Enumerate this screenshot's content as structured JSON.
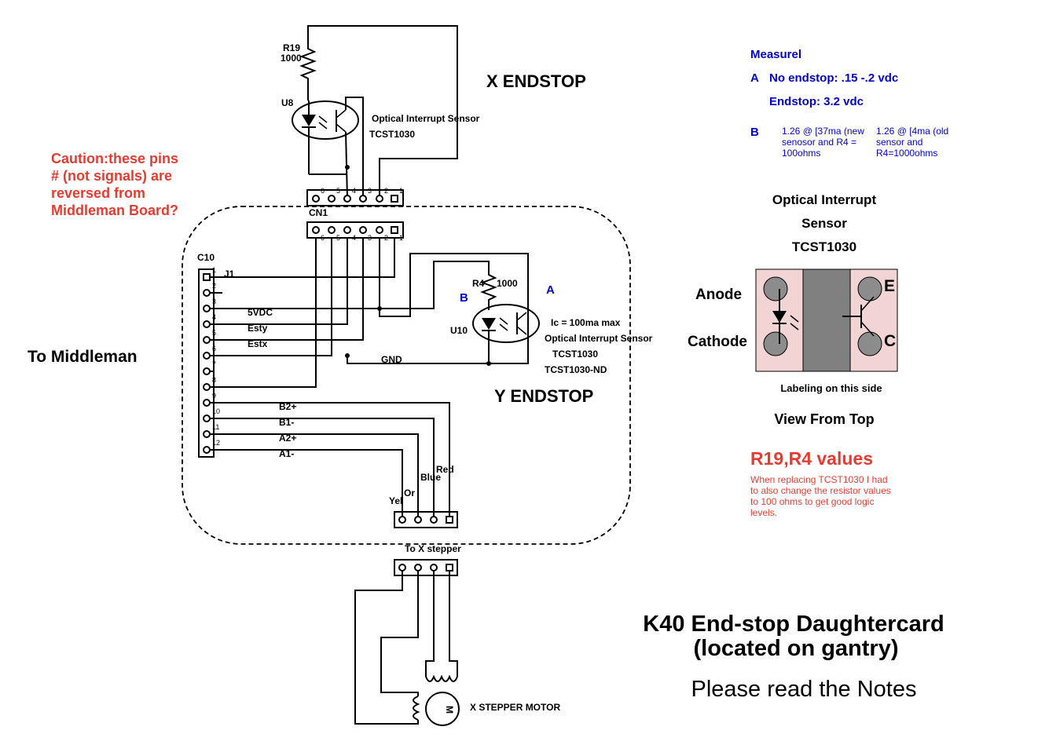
{
  "titles": {
    "x_endstop": "X ENDSTOP",
    "y_endstop": "Y ENDSTOP",
    "to_middleman": "To Middleman",
    "main_title_1": "K40 End-stop Daughtercard",
    "main_title_2": "(located on gantry)",
    "notes": "Please read the Notes"
  },
  "caution": {
    "lines": [
      "Caution:these pins",
      "# (not signals) are",
      "reversed from",
      "Middleman Board?"
    ]
  },
  "components": {
    "r19": "R19",
    "r19_value": "1000",
    "u8": "U8",
    "x_sensor_name": "Optical Interrupt Sensor",
    "x_sensor_part": "TCST1030",
    "cn1": "CN1",
    "c10": "C10",
    "j1": "J1",
    "r4": "R4",
    "r4_value": "1000",
    "u10": "U10",
    "ic_max": "Ic = 100ma max",
    "y_sensor_name": "Optical Interrupt Sensor",
    "y_sensor_part": "TCST1030",
    "y_sensor_part2": "TCST1030-ND",
    "point_a": "A",
    "point_b": "B"
  },
  "signals": {
    "v5": "5VDC",
    "esty": "Esty",
    "estx": "Estx",
    "gnd": "GND",
    "b2p": "B2+",
    "b1m": "B1-",
    "a2p": "A2+",
    "a1m": "A1-"
  },
  "wire_colors": {
    "yel": "Yel",
    "or": "Or",
    "blue": "Blue",
    "red": "Red"
  },
  "connector_labels": {
    "to_x_stepper": "To X stepper",
    "motor": "X STEPPER MOTOR",
    "motor_symbol": "M"
  },
  "c10_pin_numbers": [
    "1",
    "2",
    "3",
    "4",
    "5",
    "6",
    "7",
    "8",
    "9",
    "10",
    "11",
    "12"
  ],
  "cn1_pin_numbers": [
    "6",
    "5",
    "4",
    "3",
    "2",
    "1"
  ],
  "measurements": {
    "title": "Measurel",
    "a_label": "A",
    "a_no_endstop": "No endstop: .15 -.2 vdc",
    "a_endstop": "Endstop: 3.2 vdc",
    "b_label": "B",
    "b_new": [
      "1.26 @ [37ma (new",
      "senosor and R4 =",
      "100ohms"
    ],
    "b_old": [
      "1.26 @ [4ma (old",
      "sensor and",
      "R4=1000ohms"
    ]
  },
  "sensor_detail": {
    "title_1": "Optical Interrupt",
    "title_2": "Sensor",
    "title_3": "TCST1030",
    "anode": "Anode",
    "cathode": "Cathode",
    "e": "E",
    "c": "C",
    "labeling": "Labeling on this side",
    "view": "View From Top"
  },
  "resistor_note": {
    "title": "R19,R4 values",
    "lines": [
      "When replacing TCST1030 I had",
      "to also change the resistor values",
      "to 100 ohms to get good logic",
      "levels."
    ]
  },
  "colors": {
    "red_text": "#e53b30",
    "blue_text": "#0000cc",
    "sensor_pink": "#f2d4d4",
    "sensor_gray": "#808080"
  }
}
